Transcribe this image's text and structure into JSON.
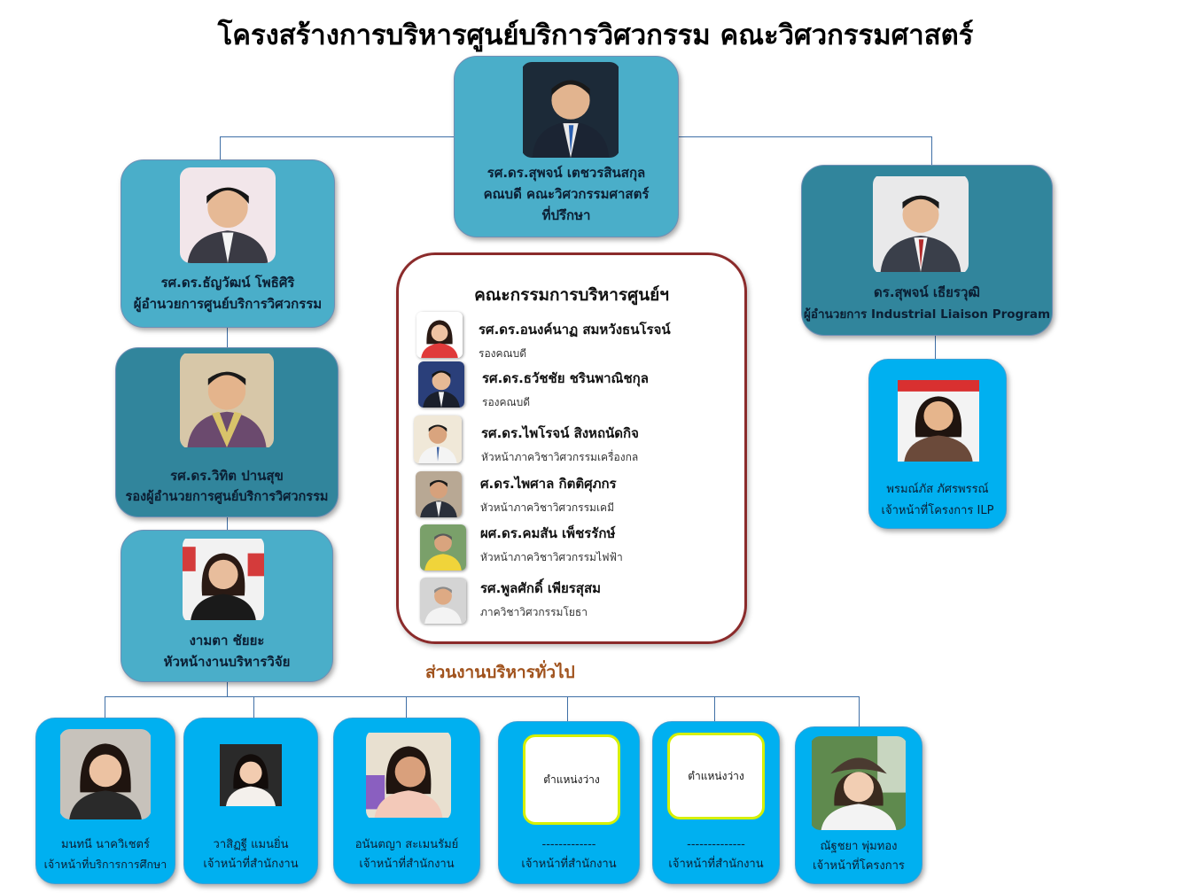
{
  "title": "โครงสร้างการบริหารศูนย์บริการวิศวกรรม คณะวิศวกรรมศาสตร์",
  "advisor": {
    "name": "รศ.ดร.สุพจน์  เตชวรสินสกุล",
    "role": "คณบดี คณะวิศวกรรมศาสตร์",
    "role2": "ที่ปรึกษา"
  },
  "director": {
    "name": "รศ.ดร.ธัญวัฒน์  โพธิศิริ",
    "role": "ผู้อำนวยการศูนย์บริการวิศวกรรม"
  },
  "deputy": {
    "name": "รศ.ดร.วิทิต ปานสุข",
    "role": "รองผู้อำนวยการศูนย์บริการวิศวกรรม"
  },
  "research_head": {
    "name": "งามตา  ชัยยะ",
    "role": "หัวหน้างานบริหารวิจัย"
  },
  "ilp_director": {
    "name": "ดร.สุพจน์ เธียรวุฒิ",
    "role": "ผู้อำนวยการ  Industrial Liaison Program"
  },
  "ilp_staff": {
    "name": "พรมณ์ภัส ภัศรพรรณ์",
    "role": "เจ้าหน้าที่โครงการ ILP"
  },
  "committee": {
    "title": "คณะกรรมการบริหารศูนย์ฯ",
    "members": [
      {
        "name": "รศ.ดร.อนงค์นาฏ  สมหวังธนโรจน์",
        "role": "รองคณบดี"
      },
      {
        "name": "รศ.ดร.ธวัชชัย  ชรินพาณิชกุล",
        "role": "รองคณบดี"
      },
      {
        "name": "รศ.ดร.ไพโรจน์ สิงหถนัดกิจ",
        "role": "หัวหน้าภาควิชาวิศวกรรมเครื่องกล"
      },
      {
        "name": "ศ.ดร.ไพศาล  กิตติศุภกร",
        "role": "หัวหน้าภาควิชาวิศวกรรมเคมี"
      },
      {
        "name": "ผศ.ดร.คมสัน  เพ็ชรรักษ์",
        "role": "หัวหน้าภาควิชาวิศวกรรมไฟฟ้า"
      },
      {
        "name": "รศ.พูลศักดิ์  เพียรสุสม",
        "role": "ภาควิชาวิศวกรรมโยธา"
      }
    ]
  },
  "section_label": "ส่วนงานบริหารทั่วไป",
  "staff": [
    {
      "name": "มนทนี นาควิเชตร์",
      "role": "เจ้าหน้าที่บริการการศึกษา"
    },
    {
      "name": "วาสิฏฐี แมนยิ่น",
      "role": "เจ้าหน้าที่สำนักงาน"
    },
    {
      "name": "อนันตญา สะเมนรัมย์",
      "role": "เจ้าหน้าที่สำนักงาน"
    },
    {
      "name": "-------------",
      "role": "เจ้าหน้าที่สำนักงาน",
      "vacant": "ตำแหน่งว่าง"
    },
    {
      "name": "--------------",
      "role": "เจ้าหน้าที่สำนักงาน",
      "vacant": "ตำแหน่งว่าง"
    },
    {
      "name": "ณัฐชยา พุ่มทอง",
      "role": "เจ้าหน้าที่โครงการ"
    }
  ],
  "colors": {
    "teal_light": "#4aaec9",
    "teal_dark": "#31859c",
    "cyan": "#00b0f0",
    "committee_border": "#8b2b2b",
    "section_label": "#a0521c",
    "connector": "#3f6fa6"
  }
}
